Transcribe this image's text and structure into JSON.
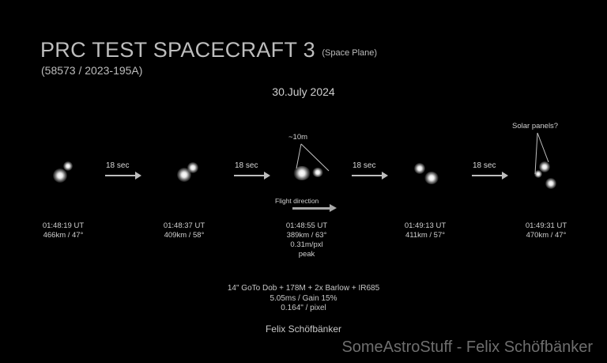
{
  "title": {
    "main": "PRC TEST SPACECRAFT 3",
    "subtitle": "(Space Plane)",
    "designation": "(58573 / 2023-195A)",
    "date": "30.July 2024"
  },
  "frames": [
    {
      "time": "01:48:19 UT",
      "range": "466km / 47°",
      "extra": []
    },
    {
      "time": "01:48:37 UT",
      "range": "409km / 58°",
      "extra": []
    },
    {
      "time": "01:48:55 UT",
      "range": "389km / 63°",
      "extra": [
        "0.31m/pxl",
        "peak"
      ]
    },
    {
      "time": "01:49:13 UT",
      "range": "411km / 57°",
      "extra": []
    },
    {
      "time": "01:49:31 UT",
      "range": "470km / 47°",
      "extra": []
    }
  ],
  "intervals": [
    "18 sec",
    "18 sec",
    "18 sec",
    "18 sec"
  ],
  "annotations": {
    "size": "~10m",
    "solar": "Solar panels?",
    "flight": "Flight direction"
  },
  "equipment": [
    "14\" GoTo Dob + 178M + 2x Barlow + IR685",
    "5.05ms / Gain 15%",
    "0.164\" / pixel"
  ],
  "author": "Felix Schöfbänker",
  "watermark": "SomeAstroStuff - Felix Schöfbänker"
}
